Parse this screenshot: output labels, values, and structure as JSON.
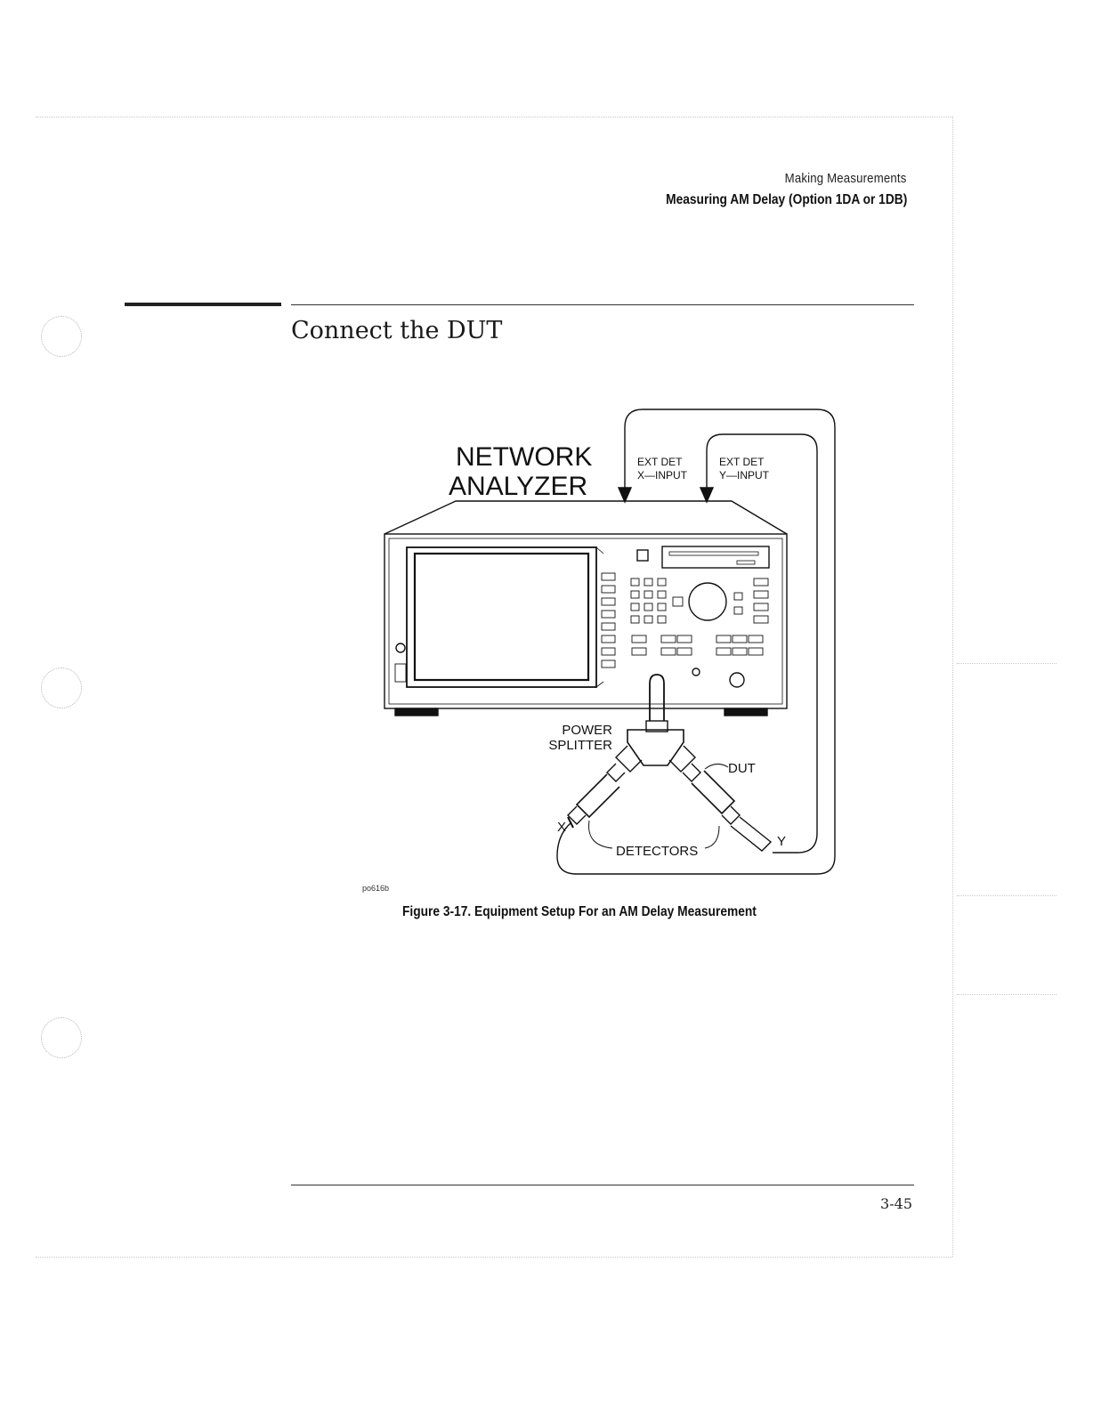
{
  "header": {
    "section": "Making Measurements",
    "topic": "Measuring AM Delay (Option 1DA or 1DB)"
  },
  "section_title": "Connect the DUT",
  "figure": {
    "instrument_label_line1": "NETWORK",
    "instrument_label_line2": "ANALYZER",
    "x_input_label_line1": "EXT DET",
    "x_input_label_line2": "X—INPUT",
    "y_input_label_line1": "EXT DET",
    "y_input_label_line2": "Y—INPUT",
    "splitter_label_line1": "POWER",
    "splitter_label_line2": "SPLITTER",
    "dut_label": "DUT",
    "detectors_label": "DETECTORS",
    "x_label": "X",
    "y_label": "Y",
    "code": "po616b",
    "caption": "Figure 3-17. Equipment Setup For an AM Delay Measurement"
  },
  "footer": {
    "page_number": "3-45"
  }
}
